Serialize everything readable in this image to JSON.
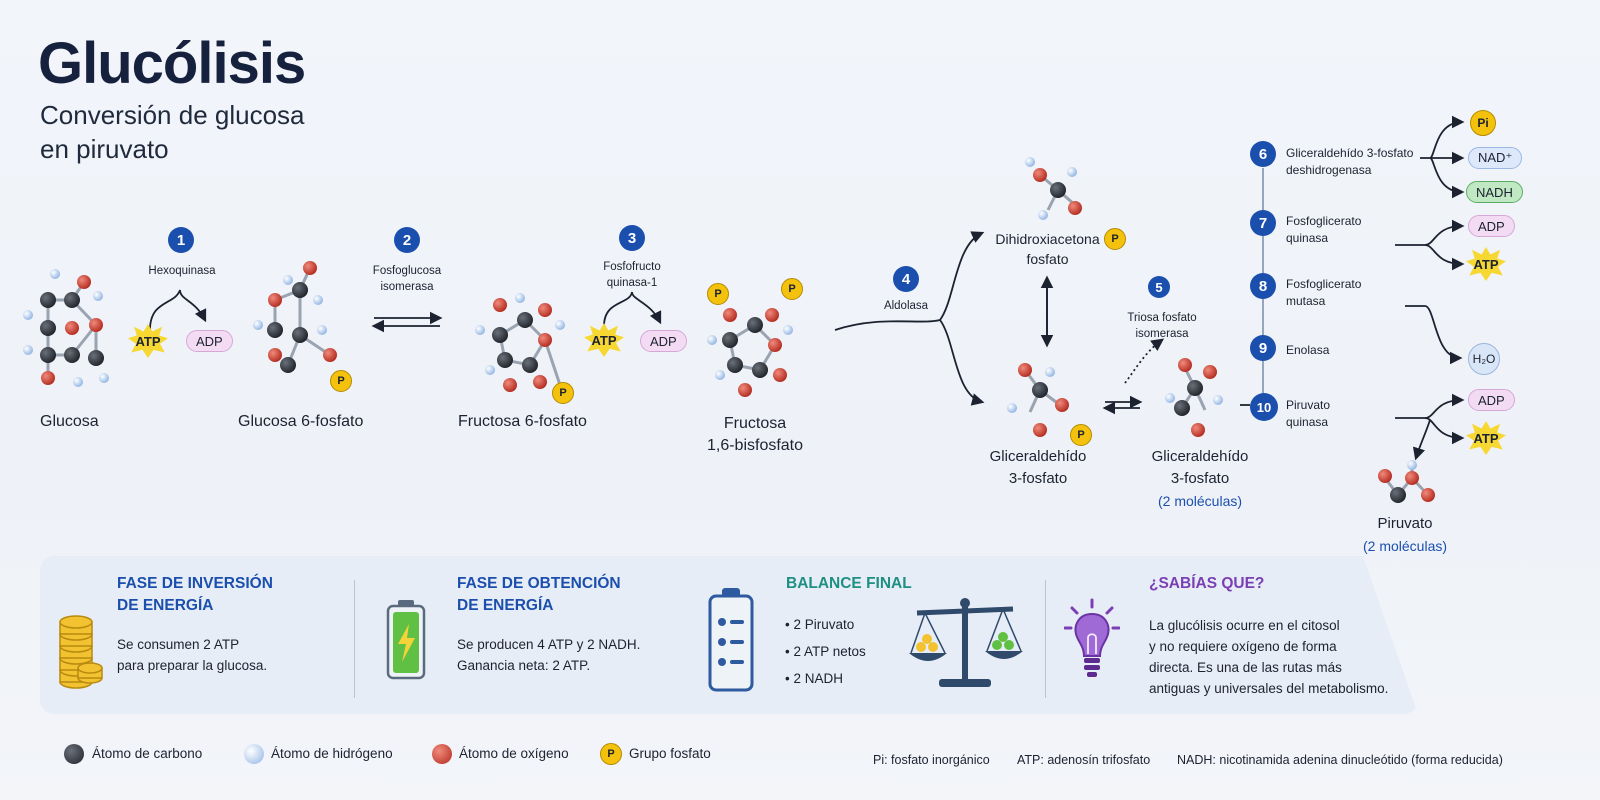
{
  "title": "Glucólisis",
  "subtitle_line1": "Conversión de glucosa",
  "subtitle_line2": "en piruvato",
  "molecules": {
    "glucosa": "Glucosa",
    "g6p": "Glucosa 6-fosfato",
    "f6p": "Fructosa 6-fosfato",
    "f16bp_l1": "Fructosa",
    "f16bp_l2": "1,6-bisfosfato",
    "dhap_l1": "Dihidroxiacetona",
    "dhap_l2": "fosfato",
    "g3p_l1": "Gliceraldehído",
    "g3p_l2": "3-fosfato",
    "g3p2_l1": "Gliceraldehído",
    "g3p2_l2": "3-fosfato",
    "g3p2_note": "(2 moléculas)",
    "piruvato": "Piruvato",
    "piruvato_note": "(2 moléculas)"
  },
  "steps": {
    "s1": {
      "num": "1",
      "enzyme": "Hexoquinasa"
    },
    "s2": {
      "num": "2",
      "enzyme_l1": "Fosfoglucosa",
      "enzyme_l2": "isomerasa"
    },
    "s3": {
      "num": "3",
      "enzyme_l1": "Fosfofructo",
      "enzyme_l2": "quinasa-1"
    },
    "s4": {
      "num": "4",
      "enzyme": "Aldolasa"
    },
    "s5": {
      "num": "5",
      "enzyme_l1": "Triosa fosfato",
      "enzyme_l2": "isomerasa"
    },
    "s6": {
      "num": "6",
      "enzyme_l1": "Gliceraldehído 3-fosfato",
      "enzyme_l2": "deshidrogenasa"
    },
    "s7": {
      "num": "7",
      "enzyme_l1": "Fosfoglicerato",
      "enzyme_l2": "quinasa"
    },
    "s8": {
      "num": "8",
      "enzyme_l1": "Fosfoglicerato",
      "enzyme_l2": "mutasa"
    },
    "s9": {
      "num": "9",
      "enzyme": "Enolasa"
    },
    "s10": {
      "num": "10",
      "enzyme_l1": "Piruvato",
      "enzyme_l2": "quinasa"
    }
  },
  "cofactors": {
    "atp": "ATP",
    "adp": "ADP",
    "p": "P",
    "pi": "Pi",
    "nad": "NAD⁺",
    "nadh": "NADH",
    "h2o": "H₂O"
  },
  "panel": {
    "inversion_title_l1": "FASE DE INVERSIÓN",
    "inversion_title_l2": "DE ENERGÍA",
    "inversion_text_l1": "Se consumen 2 ATP",
    "inversion_text_l2": "para preparar la glucosa.",
    "obtencion_title_l1": "FASE DE OBTENCIÓN",
    "obtencion_title_l2": "DE ENERGÍA",
    "obtencion_text_l1": "Se producen 4 ATP y 2 NADH.",
    "obtencion_text_l2": "Ganancia neta: 2 ATP.",
    "balance_title": "BALANCE FINAL",
    "balance_items": [
      "• 2 Piruvato",
      "• 2 ATP netos",
      "• 2 NADH"
    ],
    "sabias_title": "¿SABÍAS QUE?",
    "sabias_l1": "La glucólisis ocurre en el citosol",
    "sabias_l2": "y no requiere oxígeno de forma",
    "sabias_l3": "directa. Es una de las rutas más",
    "sabias_l4": "antiguas y universales del metabolismo."
  },
  "legend": {
    "carbono": "Átomo de carbono",
    "hidrogeno": "Átomo de hidrógeno",
    "oxigeno": "Átomo de oxígeno",
    "fosfato": "Grupo fosfato"
  },
  "footnotes": {
    "pi": "Pi: fosfato inorgánico",
    "atp": "ATP: adenosín trifosfato",
    "nadh": "NADH: nicotinamida adenina dinucleótido (forma reducida)"
  },
  "colors": {
    "carbon": "#2b2f36",
    "hydrogen": "#a9c8ee",
    "oxygen": "#d0392b",
    "phosphate": "#f4c20d",
    "step": "#1b4fae",
    "inversion": "#1b4fae",
    "balance": "#1e8f83",
    "sabias": "#7a3fb3"
  }
}
